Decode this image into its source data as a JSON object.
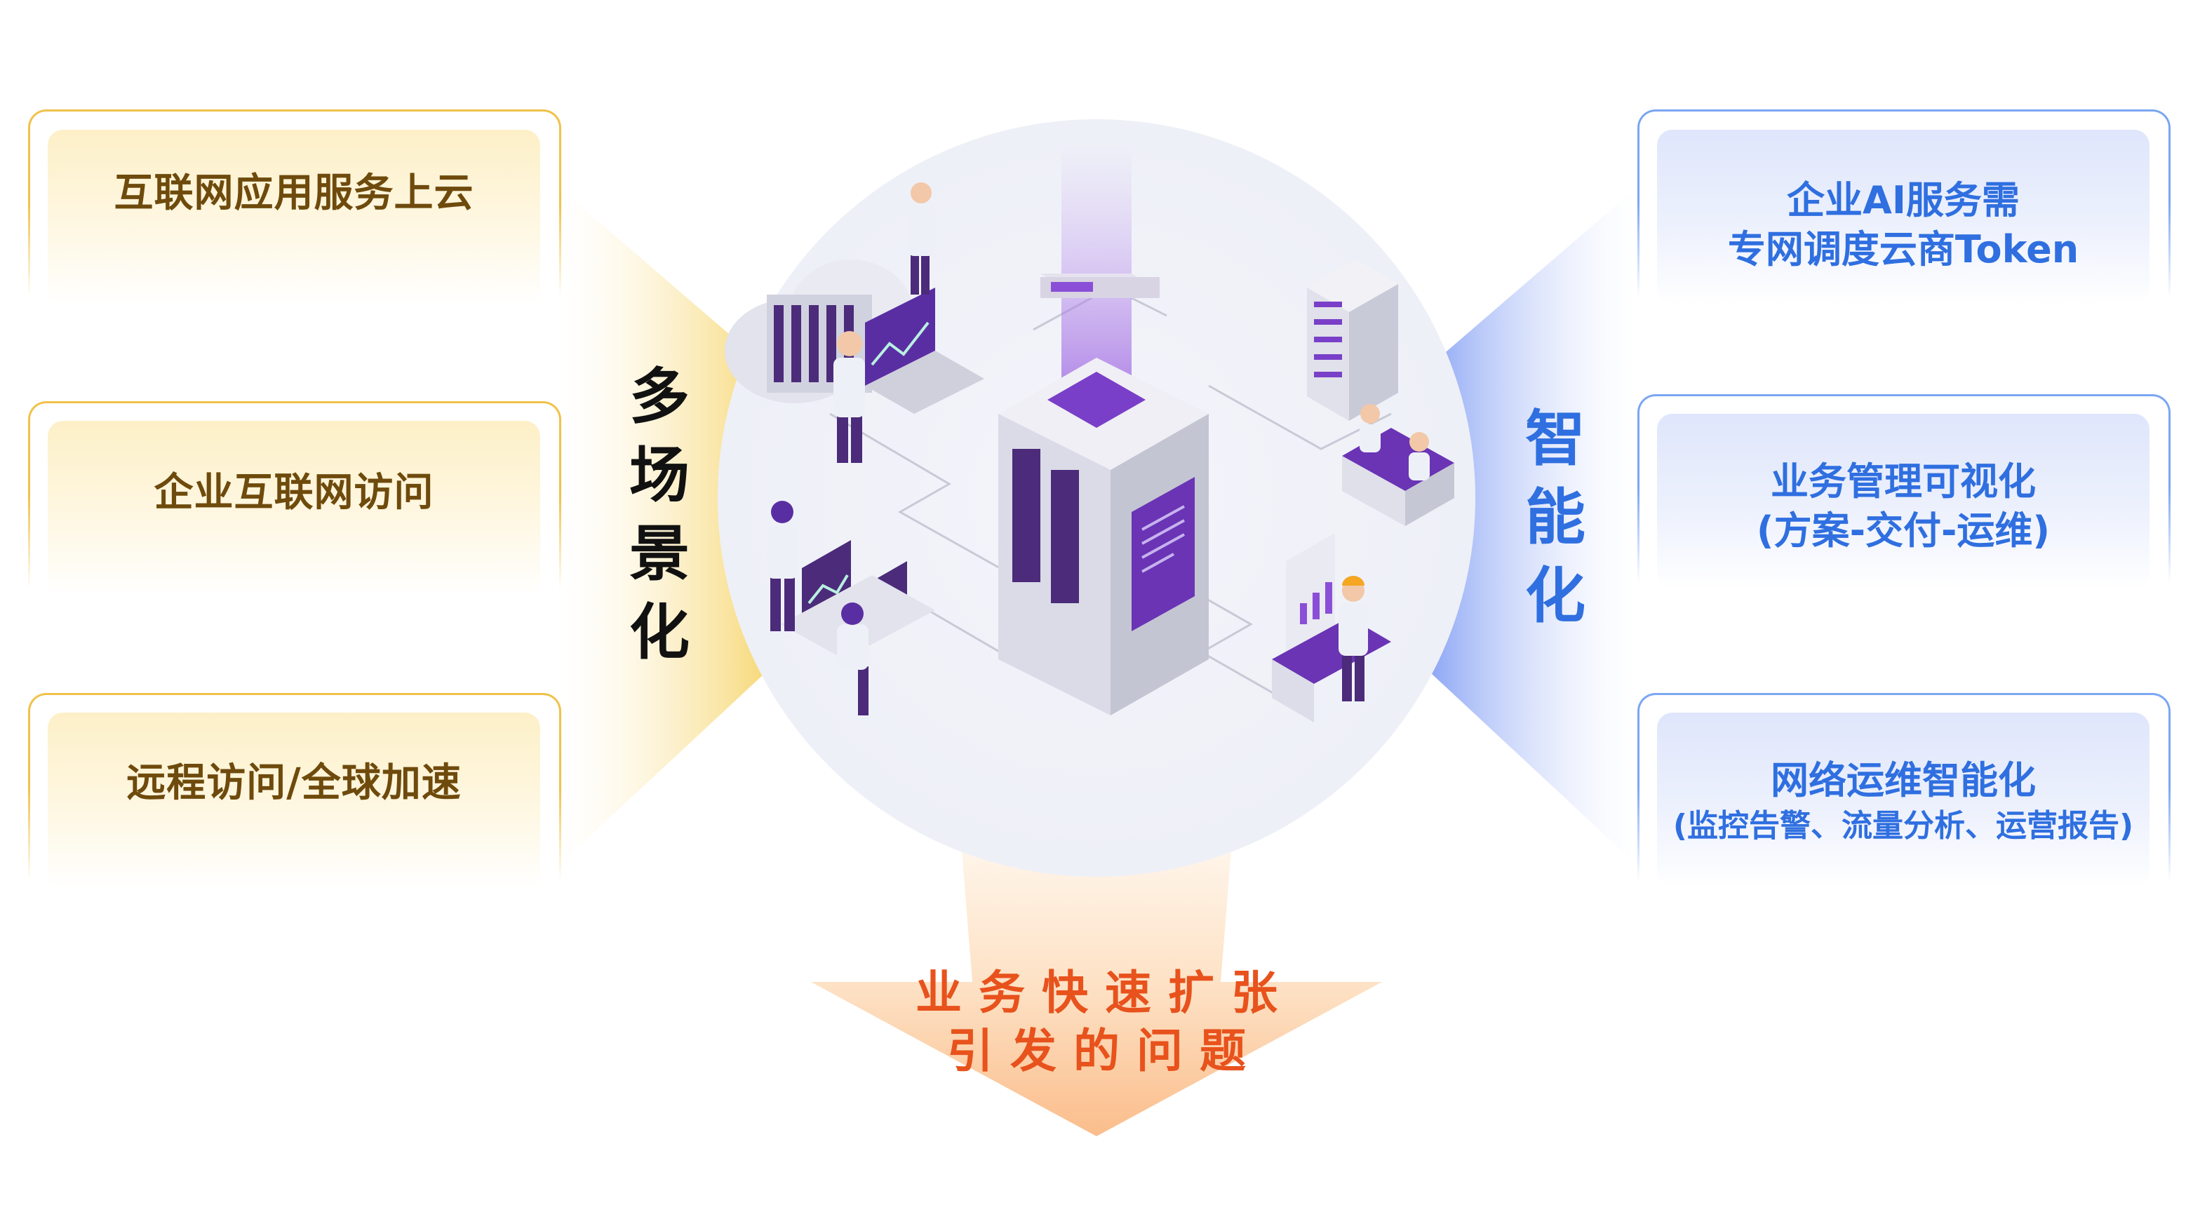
{
  "left_cards": [
    {
      "label": "互联网应用服务上云"
    },
    {
      "label": "企业互联网访问"
    },
    {
      "label": "远程访问/全球加速"
    }
  ],
  "left_group_label": "多场景化",
  "left_group_chars": [
    "多",
    "场",
    "景",
    "化"
  ],
  "right_cards": [
    {
      "line1": "企业AI服务需",
      "line2": "专网调度云商Token"
    },
    {
      "line1": "业务管理可视化",
      "line2": "(方案-交付-运维)"
    },
    {
      "line1": "网络运维智能化",
      "line2": "(监控告警、流量分析、运营报告)"
    }
  ],
  "right_group_label": "智能化",
  "right_group_chars": [
    "智",
    "能",
    "化"
  ],
  "bottom": {
    "line1": "业务快速扩张",
    "line2": "引发的问题"
  },
  "colors": {
    "gold_border": "#f0c24a",
    "gold_text": "#6e4a0c",
    "blue_border": "#7ba6f2",
    "blue_text": "#2f6fe0",
    "orange_text": "#e8521c",
    "purple_accent": "#7a3fc8"
  }
}
